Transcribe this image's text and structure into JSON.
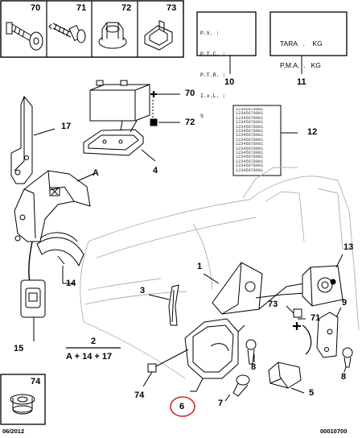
{
  "header_parts": [
    "70",
    "71",
    "72",
    "73"
  ],
  "corner_part": "74",
  "callouts": {
    "c70": "70",
    "c72": "72",
    "c4": "4",
    "c17": "17",
    "cA": "A",
    "c14": "14",
    "c15": "15",
    "c10": "10",
    "c11": "11",
    "c12": "12",
    "c13": "13",
    "c1": "1",
    "c3": "3",
    "c2": "2",
    "c73": "73",
    "c71": "71",
    "c9": "9",
    "c8a": "8",
    "c8b": "8",
    "c7": "7",
    "c5": "5",
    "c74": "74",
    "c6": "6"
  },
  "formula": "A + 14 + 17",
  "panel_10_lines": [
    "P.V. :",
    "P.T.C. :",
    "P.T.R. :",
    "I.x.L. :",
    "S"
  ],
  "plate_11": {
    "row1": "TARA   .    KG",
    "row2": "P.M.A.  .   KG"
  },
  "label_12_digits": "12345678901",
  "footer": {
    "date": "06/2012",
    "reference": "00010700"
  },
  "highlight": {
    "part": "6",
    "color": "#d0282e"
  },
  "line_color": "#000000",
  "body_outline_color": "#b8b8b8"
}
